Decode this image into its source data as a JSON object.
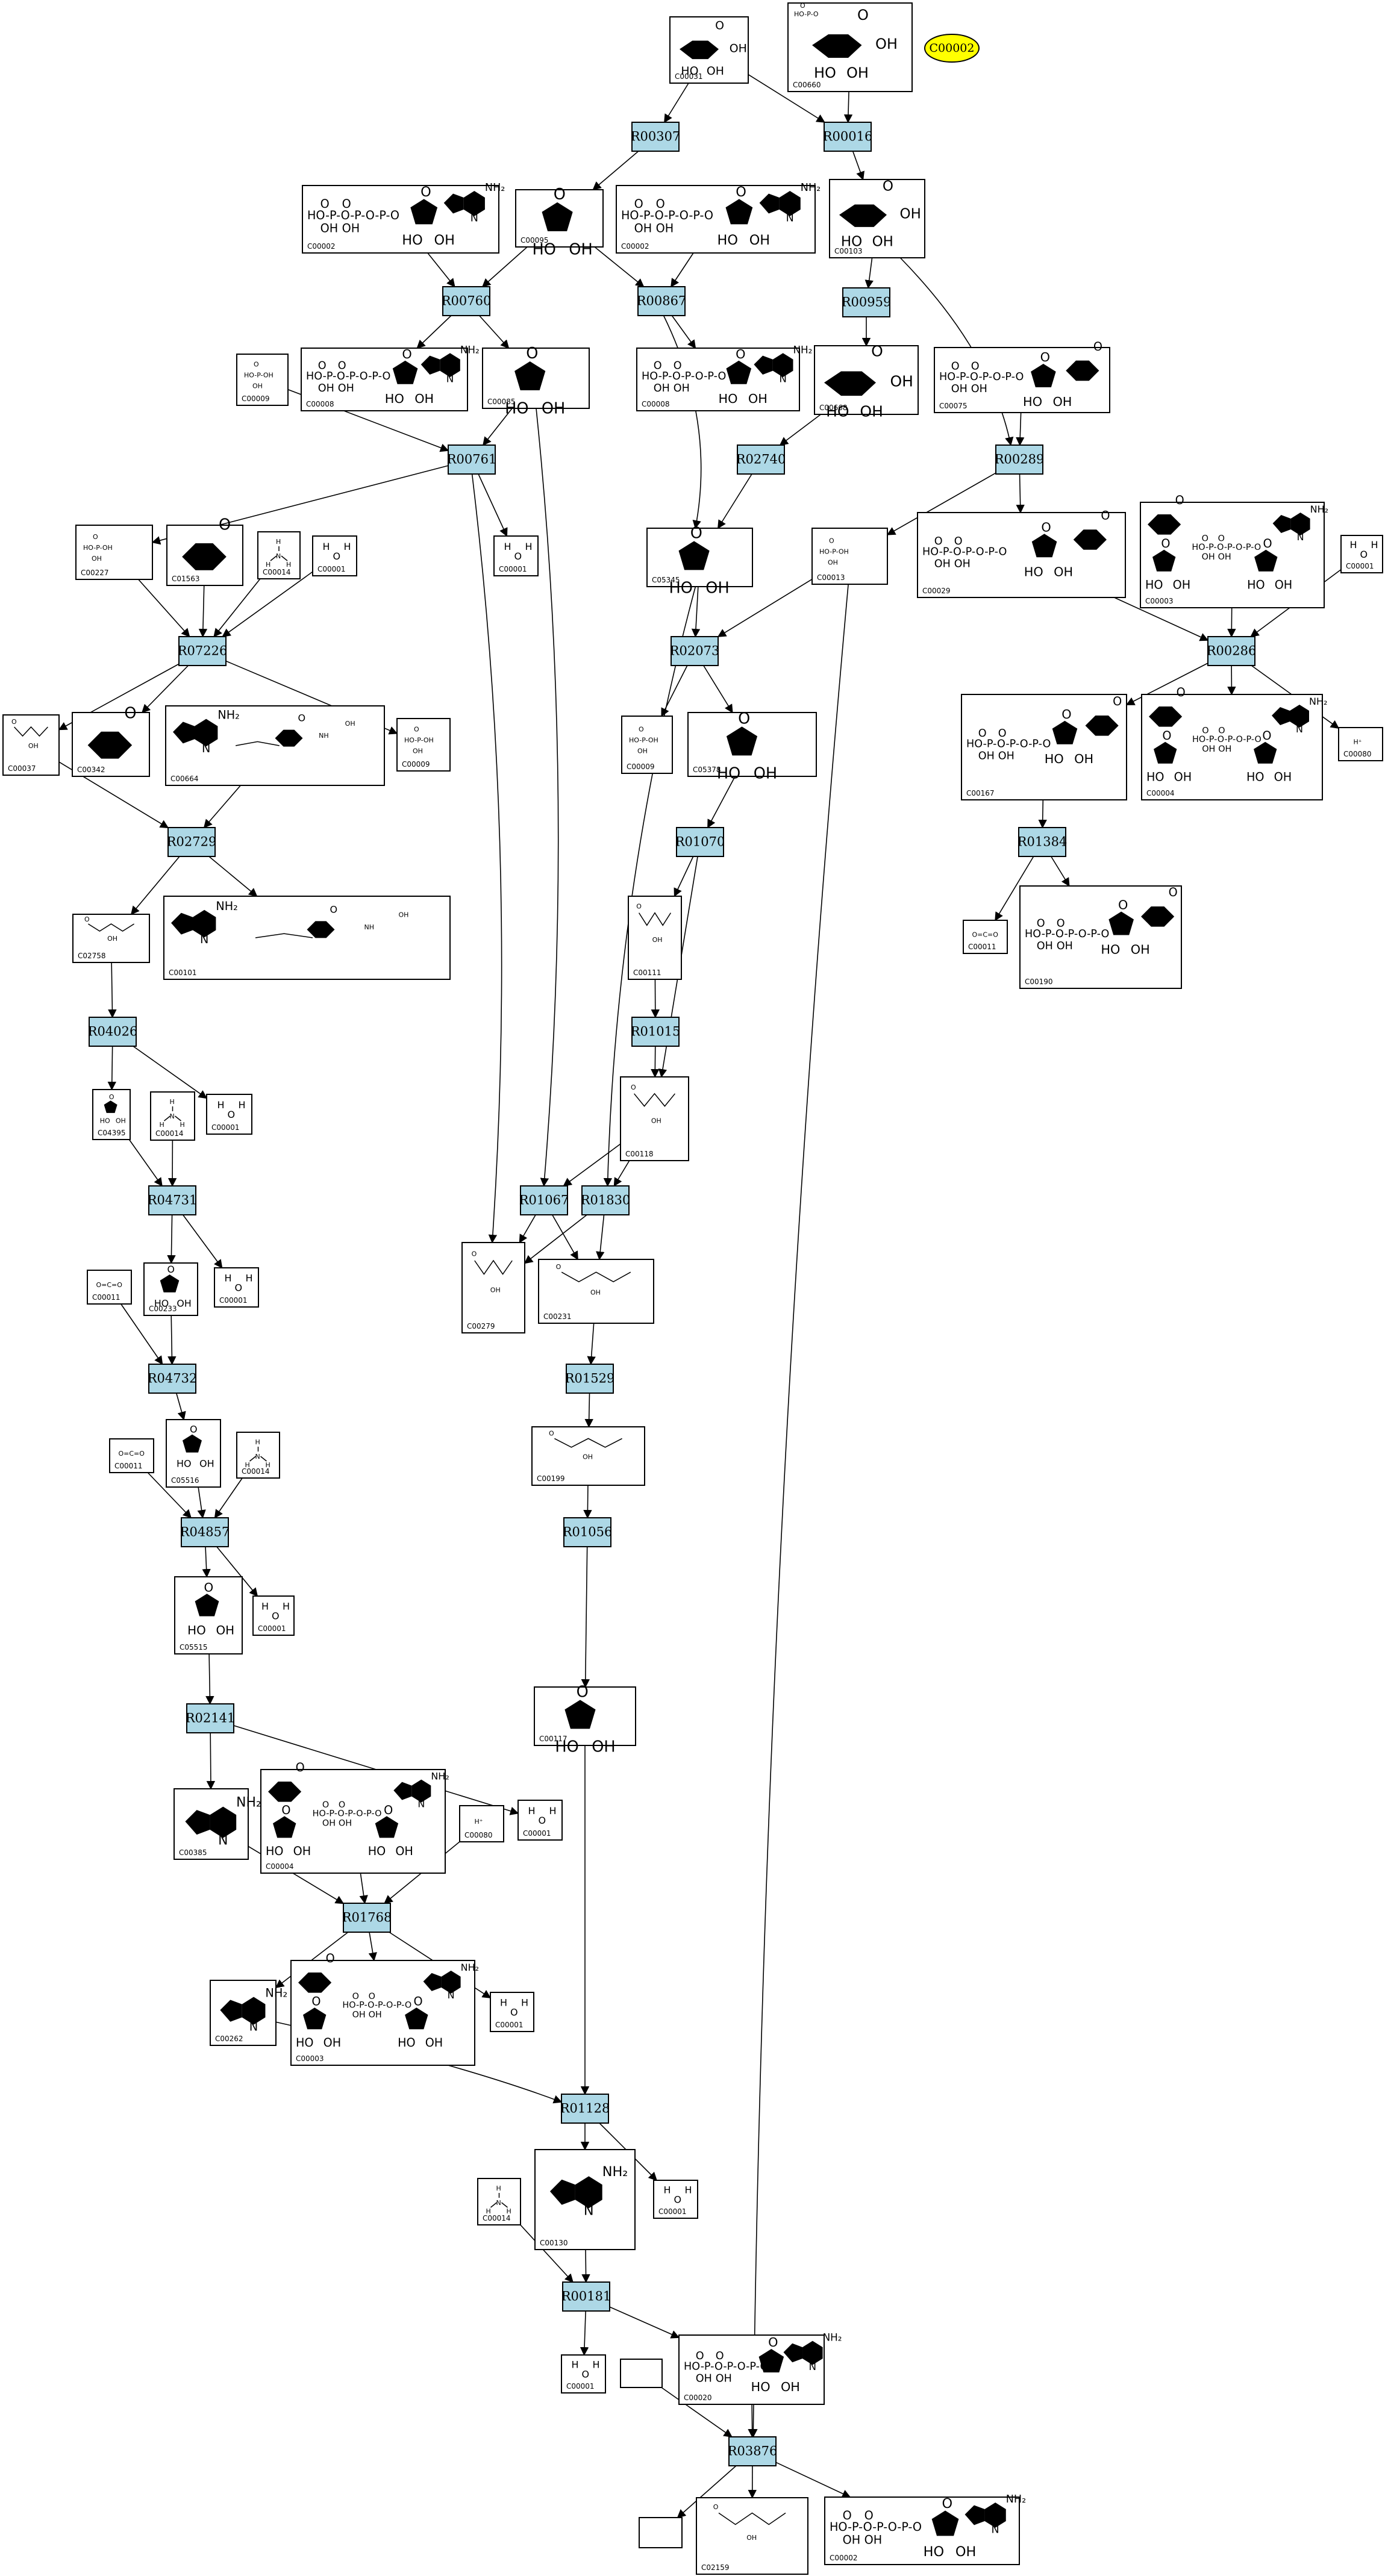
{
  "highlight": {
    "id": "C00002",
    "color": "#ffff00"
  },
  "colors": {
    "reaction_fill": "#add8e6",
    "line": "#000000",
    "background": "#ffffff"
  },
  "reactions": [
    {
      "id": "R00307"
    },
    {
      "id": "R00016"
    },
    {
      "id": "R00760"
    },
    {
      "id": "R00867"
    },
    {
      "id": "R00959"
    },
    {
      "id": "R00761"
    },
    {
      "id": "R02740"
    },
    {
      "id": "R00289"
    },
    {
      "id": "R07226"
    },
    {
      "id": "R02073"
    },
    {
      "id": "R00286"
    },
    {
      "id": "R02729"
    },
    {
      "id": "R01070"
    },
    {
      "id": "R01384"
    },
    {
      "id": "R04026"
    },
    {
      "id": "R01015"
    },
    {
      "id": "R04731"
    },
    {
      "id": "R01067"
    },
    {
      "id": "R01830"
    },
    {
      "id": "R04732"
    },
    {
      "id": "R01529"
    },
    {
      "id": "R04857"
    },
    {
      "id": "R01056"
    },
    {
      "id": "R02141"
    },
    {
      "id": "R01768"
    },
    {
      "id": "R01128"
    },
    {
      "id": "R00181"
    },
    {
      "id": "R03876"
    }
  ],
  "compounds": [
    {
      "key": "n1",
      "id": "C00031"
    },
    {
      "key": "n2",
      "id": "C00660"
    },
    {
      "key": "n3",
      "id": "C00002"
    },
    {
      "key": "n4",
      "id": "C00095"
    },
    {
      "key": "n5",
      "id": "C00002"
    },
    {
      "key": "n6",
      "id": "C00103"
    },
    {
      "key": "n7",
      "id": "C00009"
    },
    {
      "key": "n8",
      "id": "C00008"
    },
    {
      "key": "n9",
      "id": "C00085"
    },
    {
      "key": "n10",
      "id": "C00008"
    },
    {
      "key": "n11",
      "id": "C00668"
    },
    {
      "key": "n12",
      "id": "C00075"
    },
    {
      "key": "n13",
      "id": "C00227"
    },
    {
      "key": "n14",
      "id": "C01563"
    },
    {
      "key": "n15",
      "id": "C00014"
    },
    {
      "key": "n16",
      "id": "C00001"
    },
    {
      "key": "n17",
      "id": "C00001"
    },
    {
      "key": "n18",
      "id": "C05345"
    },
    {
      "key": "n19",
      "id": "C00013"
    },
    {
      "key": "n20",
      "id": "C00029"
    },
    {
      "key": "n21",
      "id": "C00003"
    },
    {
      "key": "n22",
      "id": "C00001"
    },
    {
      "key": "n23",
      "id": "C00037"
    },
    {
      "key": "n24",
      "id": "C00342"
    },
    {
      "key": "n25",
      "id": "C00664"
    },
    {
      "key": "n26",
      "id": "C00009"
    },
    {
      "key": "n27",
      "id": "C00009"
    },
    {
      "key": "n28",
      "id": "C05378"
    },
    {
      "key": "n29",
      "id": "C00167"
    },
    {
      "key": "n30",
      "id": "C00004"
    },
    {
      "key": "n31",
      "id": "C00080"
    },
    {
      "key": "n32",
      "id": "C02758"
    },
    {
      "key": "n33",
      "id": "C00101"
    },
    {
      "key": "n34",
      "id": "C00111"
    },
    {
      "key": "n35",
      "id": "C00011"
    },
    {
      "key": "n36",
      "id": "C00190"
    },
    {
      "key": "n37",
      "id": "C04395"
    },
    {
      "key": "n38",
      "id": "C00014"
    },
    {
      "key": "n39",
      "id": "C00001"
    },
    {
      "key": "n40",
      "id": "C00118"
    },
    {
      "key": "n41",
      "id": "C00011"
    },
    {
      "key": "n42",
      "id": "C00233"
    },
    {
      "key": "n43",
      "id": "C00001"
    },
    {
      "key": "n44",
      "id": "C00279"
    },
    {
      "key": "n45",
      "id": "C00231"
    },
    {
      "key": "n46",
      "id": "C00011"
    },
    {
      "key": "n47",
      "id": "C05516"
    },
    {
      "key": "n48",
      "id": "C00014"
    },
    {
      "key": "n49",
      "id": "C00199"
    },
    {
      "key": "n50",
      "id": "C05515"
    },
    {
      "key": "n51",
      "id": "C00001"
    },
    {
      "key": "n52",
      "id": "C00117"
    },
    {
      "key": "n53",
      "id": "C00385"
    },
    {
      "key": "n54",
      "id": "C00004"
    },
    {
      "key": "n55",
      "id": "C00080"
    },
    {
      "key": "n56",
      "id": "C00001"
    },
    {
      "key": "n57",
      "id": "C00262"
    },
    {
      "key": "n58",
      "id": "C00003"
    },
    {
      "key": "n59",
      "id": "C00001"
    },
    {
      "key": "n60",
      "id": "C00014"
    },
    {
      "key": "n61",
      "id": "C00130"
    },
    {
      "key": "n62",
      "id": "C00001"
    },
    {
      "key": "n63",
      "id": "C00001"
    },
    {
      "key": "n64",
      "id": "C00020"
    },
    {
      "key": "n65",
      "id": ""
    },
    {
      "key": "n66",
      "id": ""
    },
    {
      "key": "n67",
      "id": "C02159"
    },
    {
      "key": "n68",
      "id": "C00002"
    },
    {
      "key": "n69",
      "id": "C00001"
    }
  ]
}
